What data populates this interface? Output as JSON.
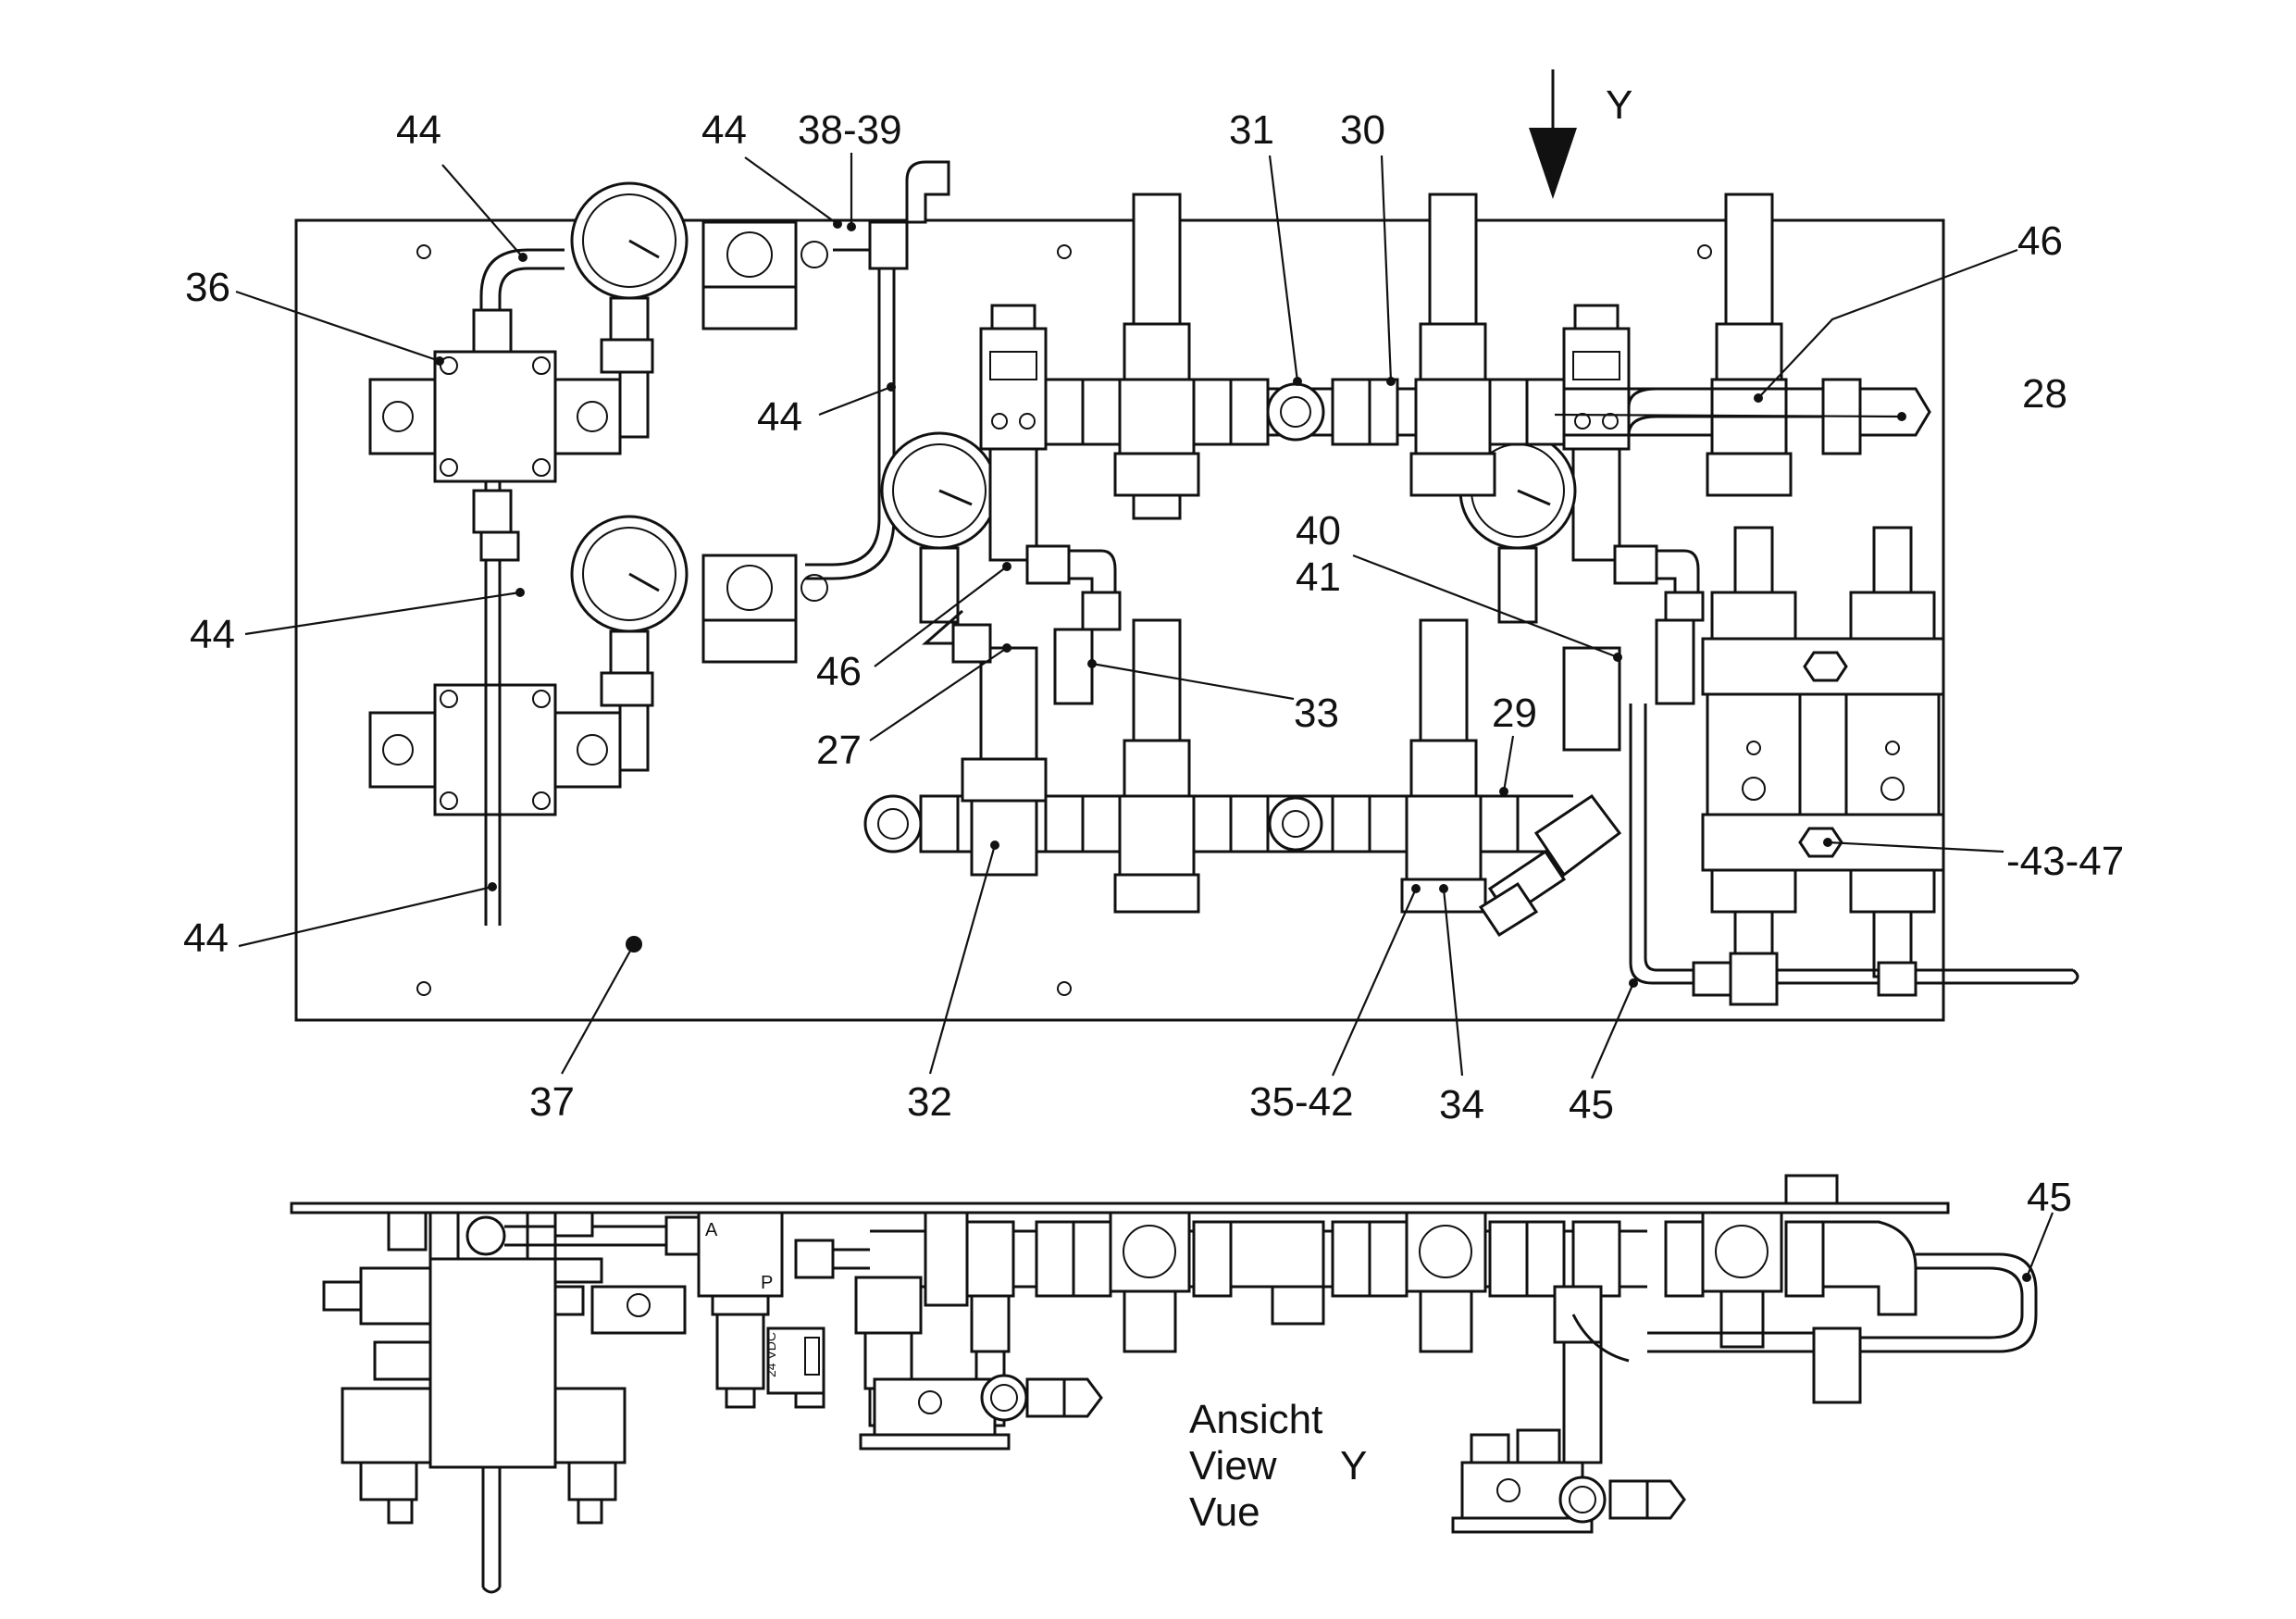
{
  "view_arrow_label": "Y",
  "view_caption": {
    "line1": "Ansicht",
    "line2": "View",
    "line3": "Vue",
    "letter": "Y"
  },
  "valve_text": {
    "port_a": "A",
    "port_p": "P",
    "voltage": "24 VDC"
  },
  "callouts": {
    "c44a": "44",
    "c44b": "44",
    "c3839": "38-39",
    "c31": "31",
    "c30": "30",
    "c46a": "46",
    "c36": "36",
    "c44c": "44",
    "c28": "28",
    "c40": "40",
    "c41": "41",
    "c44d": "44",
    "c46b": "46",
    "c33": "33",
    "c27": "27",
    "c29": "29",
    "c4347": "-43-47",
    "c44e": "44",
    "c37": "37",
    "c32": "32",
    "c3542": "35-42",
    "c34": "34",
    "c45a": "45",
    "c45b": "45"
  }
}
